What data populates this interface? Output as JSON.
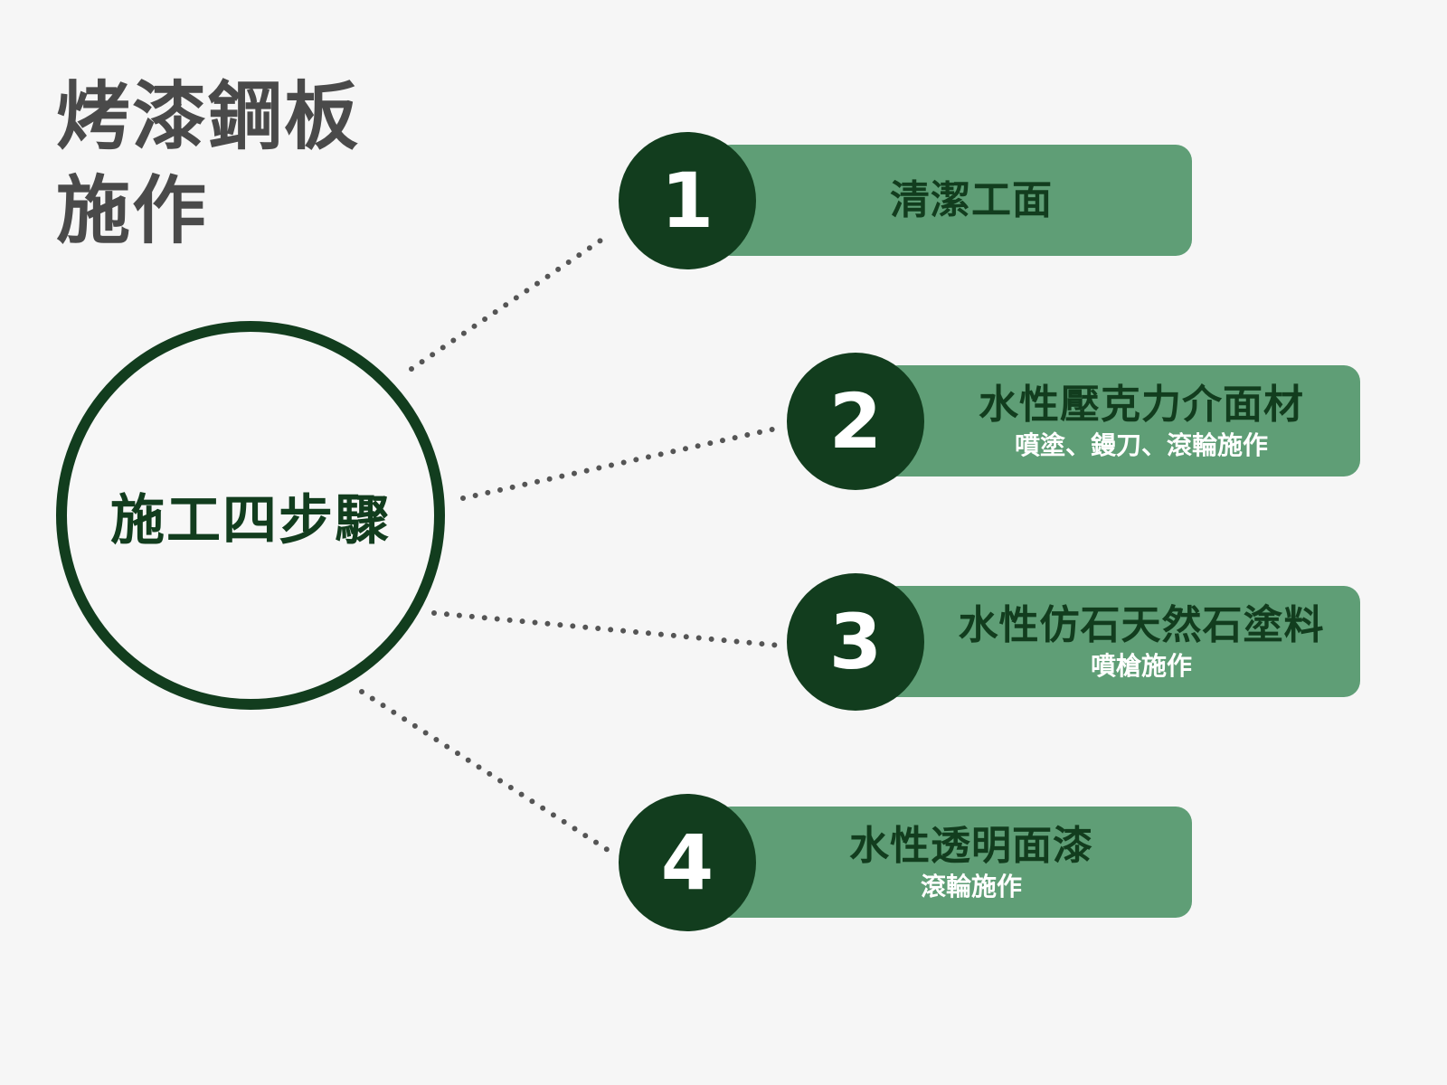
{
  "title": {
    "line1": "烤漆鋼板",
    "line2": "施作"
  },
  "hub": {
    "label": "施工四步驟"
  },
  "steps": [
    {
      "number": "1",
      "title": "清潔工面",
      "subtitle": ""
    },
    {
      "number": "2",
      "title": "水性壓克力介面材",
      "subtitle": "噴塗、鏝刀、滾輪施作"
    },
    {
      "number": "3",
      "title": "水性仿石天然石塗料",
      "subtitle": "噴槍施作"
    },
    {
      "number": "4",
      "title": "水性透明面漆",
      "subtitle": "滾輪施作"
    }
  ],
  "colors": {
    "dark_green": "#123d1e",
    "box_green": "#5f9e76",
    "title_gray": "#4a4a4a",
    "background": "#f6f6f6"
  }
}
